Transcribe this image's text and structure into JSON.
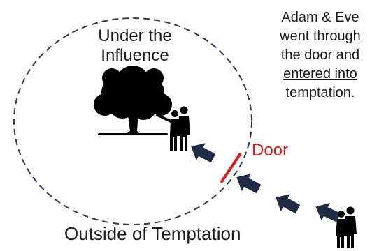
{
  "circle_title_line1": "Under the",
  "circle_title_line2": "Influence",
  "note": {
    "line1": "Adam & Eve",
    "line2": "went through",
    "line3": "the door and",
    "line4": "entered into",
    "line5": "temptation."
  },
  "door_label": "Door",
  "outside_label": "Outside of Temptation",
  "colors": {
    "door": "#d81f1f",
    "arrow_fill": "#1f2a44",
    "circle_stroke": "#2f3b52",
    "text": "#1a1a1a"
  }
}
